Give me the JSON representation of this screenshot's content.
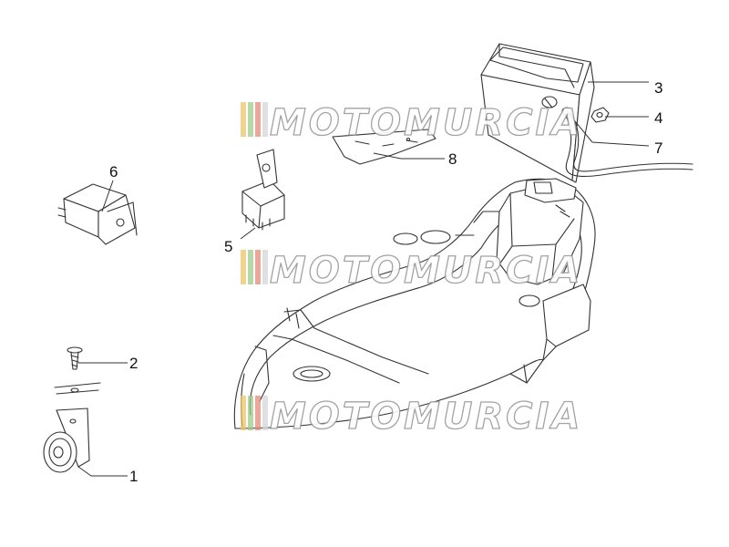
{
  "watermark": {
    "text": "MOTOMURCIA",
    "stripe_colors": [
      "#e8c66a",
      "#9fc98a",
      "#e58a7a",
      "#d6d6d6"
    ]
  },
  "callouts": [
    {
      "id": "1",
      "label": "1"
    },
    {
      "id": "2",
      "label": "2"
    },
    {
      "id": "3",
      "label": "3"
    },
    {
      "id": "4",
      "label": "4"
    },
    {
      "id": "5",
      "label": "5"
    },
    {
      "id": "6",
      "label": "6"
    },
    {
      "id": "7",
      "label": "7"
    },
    {
      "id": "8",
      "label": "8"
    }
  ]
}
